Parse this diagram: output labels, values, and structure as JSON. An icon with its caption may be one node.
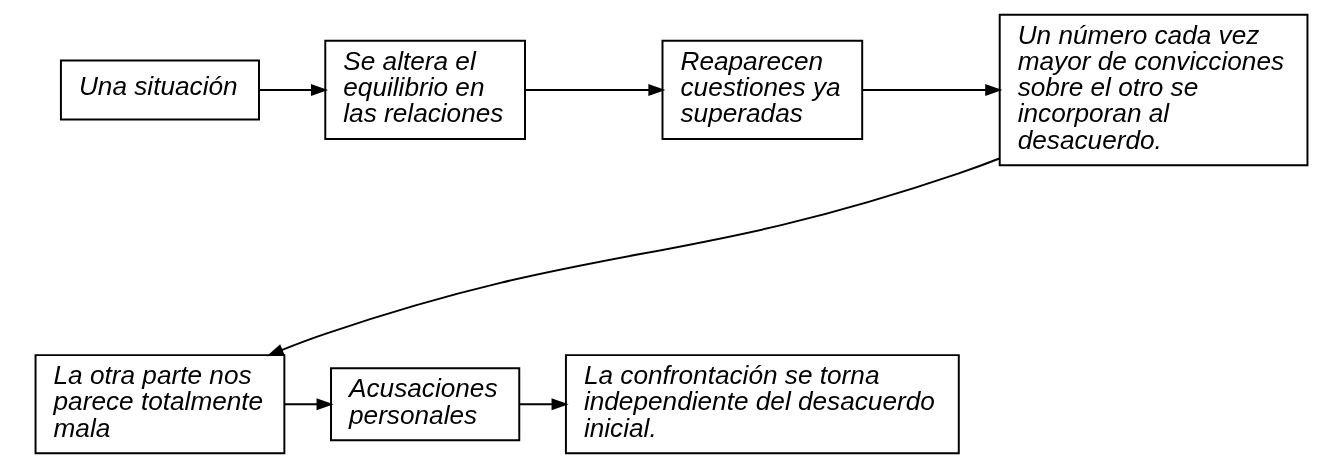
{
  "diagram": {
    "nodes": [
      {
        "text": [
          "Una situación"
        ]
      },
      {
        "text": [
          "Se altera el equilibrio en las relaciones"
        ]
      },
      {
        "text": [
          "Reaparecen cuestiones ya superadas"
        ]
      },
      {
        "text": [
          "Un número cada vez mayor de convicciones sobre el otro se incorporan al desacuerdo."
        ]
      },
      {
        "text": [
          "La otra parte nos parece totalmente mala"
        ]
      },
      {
        "text": [
          "Acusaciones personales"
        ]
      },
      {
        "text": [
          "La confrontación se torna independiente del desacuerdo inicial."
        ]
      }
    ],
    "edges": [
      {
        "from": 0,
        "to": 1,
        "arrow": "to"
      },
      {
        "from": 1,
        "to": 2,
        "arrow": "to"
      },
      {
        "from": 2,
        "to": 3,
        "arrow": "to"
      },
      {
        "from": 3,
        "to": 4,
        "arrow": "to"
      },
      {
        "from": 4,
        "to": 5,
        "arrow": "to"
      },
      {
        "from": 5,
        "to": 6,
        "arrow": "to"
      }
    ]
  }
}
